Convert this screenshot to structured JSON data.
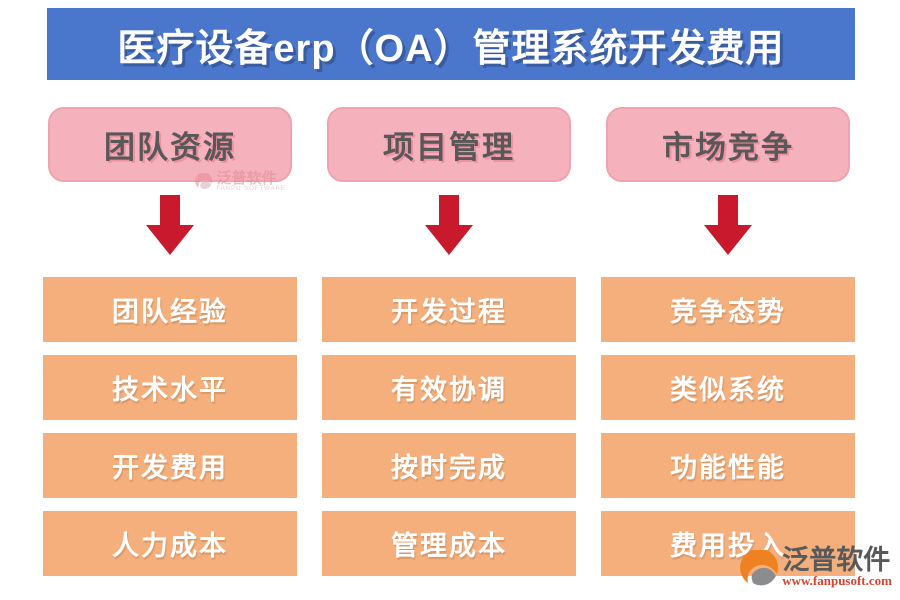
{
  "page": {
    "title": "医疗设备erp（OA）管理系统开发费用"
  },
  "colors": {
    "banner_bg": "#4A76CB",
    "pink_box_bg": "#F5B2BD",
    "pink_box_border": "#F0A2B0",
    "header_text": "#595757",
    "orange_box_bg": "#F5AF7D",
    "arrow_red": "#C8192D",
    "wm_gray": "#58595B",
    "wm_red": "#D8432E",
    "logo_orange": "#EE8122",
    "logo_gray": "#8A8C8E"
  },
  "columns": [
    {
      "header": "团队资源",
      "items": [
        "团队经验",
        "技术水平",
        "开发费用",
        "人力成本"
      ]
    },
    {
      "header": "项目管理",
      "items": [
        "开发过程",
        "有效协调",
        "按时完成",
        "管理成本"
      ]
    },
    {
      "header": "市场竞争",
      "items": [
        "竞争态势",
        "类似系统",
        "功能性能",
        "费用投入"
      ]
    }
  ],
  "watermark_box": {
    "brand": "泛普软件",
    "sub": "FANPU SOFTWARE"
  },
  "watermark_corner": {
    "brand": "泛普软件",
    "url": "www.fanpusoft.com"
  }
}
